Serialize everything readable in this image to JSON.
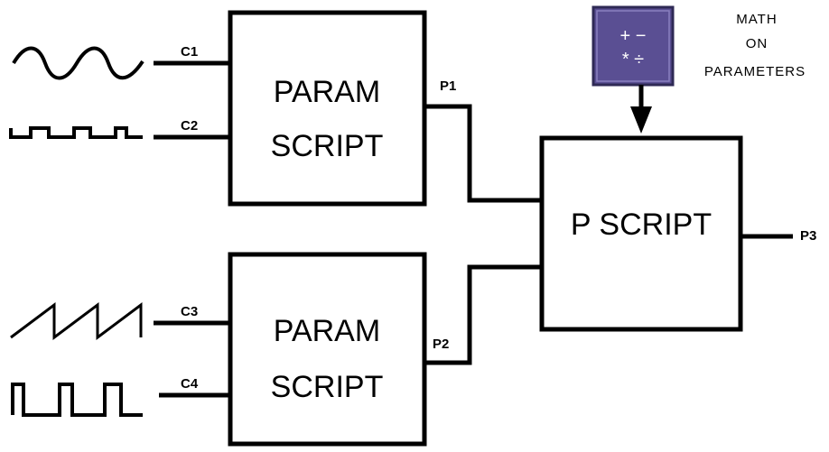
{
  "diagram": {
    "colors": {
      "stroke": "#000000",
      "background": "#ffffff",
      "calculator_fill": "#5a4f93",
      "calculator_border": "#2f2a55"
    },
    "inputs": [
      {
        "label": "C1",
        "waveform": "sine-icon"
      },
      {
        "label": "C2",
        "waveform": "square-pulse-icon"
      },
      {
        "label": "C3",
        "waveform": "sawtooth-icon"
      },
      {
        "label": "C4",
        "waveform": "square-wave-icon"
      }
    ],
    "param_script_1": {
      "line1": "PARAM",
      "line2": "SCRIPT",
      "output": "P1"
    },
    "param_script_2": {
      "line1": "PARAM",
      "line2": "SCRIPT",
      "output": "P2"
    },
    "p_script": {
      "label": "P SCRIPT",
      "output": "P3"
    },
    "math_icon": {
      "row1": "+ −",
      "row2": "* ÷"
    },
    "math_note": {
      "line1": "MATH",
      "line2": "ON",
      "line3": "PARAMETERS"
    }
  }
}
